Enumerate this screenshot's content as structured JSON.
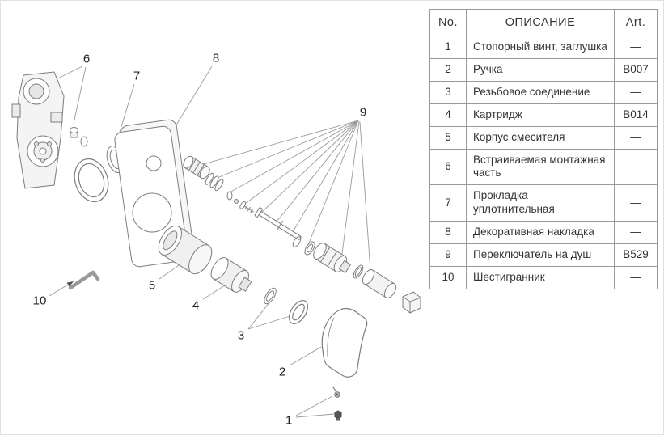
{
  "table": {
    "headers": {
      "no": "No.",
      "description": "ОПИСАНИЕ",
      "art": "Art."
    },
    "rows": [
      {
        "no": "1",
        "description": "Стопорный винт, заглушка",
        "art": "—"
      },
      {
        "no": "2",
        "description": "Ручка",
        "art": "B007"
      },
      {
        "no": "3",
        "description": "Резьбовое соединение",
        "art": "—"
      },
      {
        "no": "4",
        "description": "Картридж",
        "art": "B014"
      },
      {
        "no": "5",
        "description": "Корпус смесителя",
        "art": "—"
      },
      {
        "no": "6",
        "description": "Встраиваемая монтажная часть",
        "art": "—"
      },
      {
        "no": "7",
        "description": "Прокладка уплотнительная",
        "art": "—"
      },
      {
        "no": "8",
        "description": "Декоративная накладка",
        "art": "—"
      },
      {
        "no": "9",
        "description": "Переключатель на душ",
        "art": "B529"
      },
      {
        "no": "10",
        "description": "Шестигранник",
        "art": "—"
      }
    ]
  },
  "diagram": {
    "callouts": [
      {
        "id": "6",
        "label": "6"
      },
      {
        "id": "7",
        "label": "7"
      },
      {
        "id": "8",
        "label": "8"
      },
      {
        "id": "9",
        "label": "9"
      },
      {
        "id": "10",
        "label": "10"
      },
      {
        "id": "5",
        "label": "5"
      },
      {
        "id": "4",
        "label": "4"
      },
      {
        "id": "3",
        "label": "3"
      },
      {
        "id": "2",
        "label": "2"
      },
      {
        "id": "1",
        "label": "1"
      }
    ]
  },
  "colors": {
    "line": "#7d7d7d",
    "leader_line": "#9a9a9a",
    "table_border": "#9a9a9a",
    "text": "#333333"
  }
}
